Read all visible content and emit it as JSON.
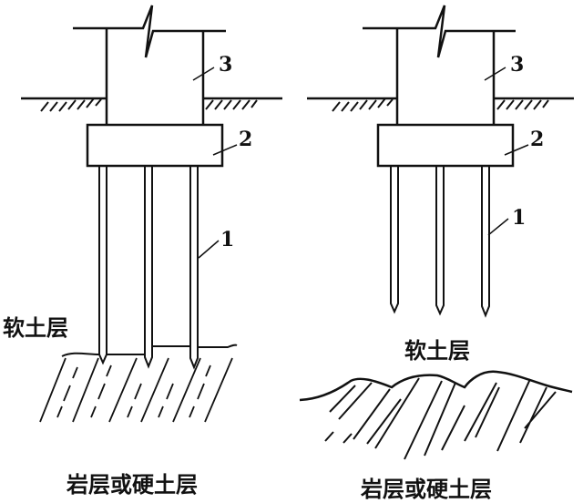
{
  "left": {
    "labels": {
      "pile": "1",
      "cap": "2",
      "column": "3"
    },
    "soft_layer": "软土层",
    "hard_layer": "岩层或硬土层"
  },
  "right": {
    "labels": {
      "pile": "1",
      "cap": "2",
      "column": "3"
    },
    "soft_layer": "软土层",
    "hard_layer": "岩层或硬土层"
  },
  "colors": {
    "line": "#111111",
    "background": "#ffffff"
  }
}
